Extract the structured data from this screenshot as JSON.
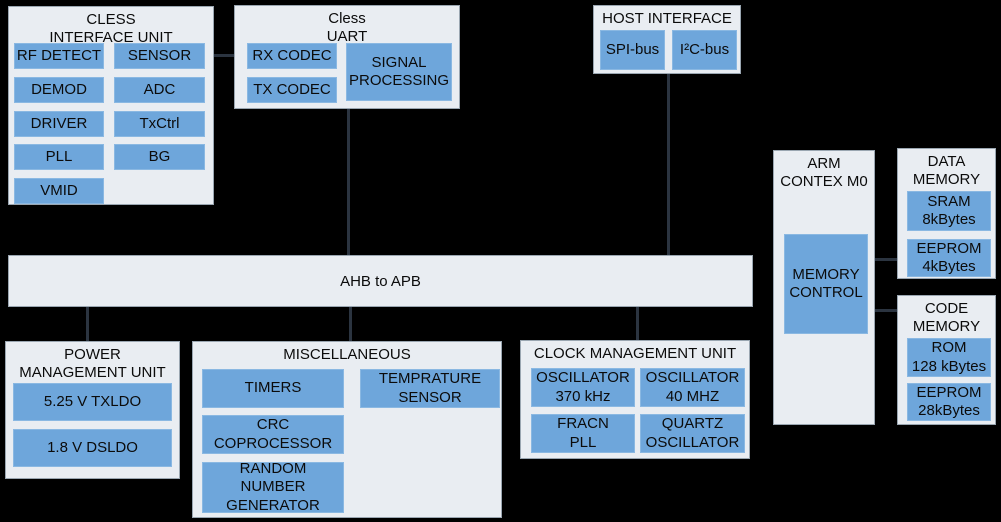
{
  "colors": {
    "background": "#000000",
    "group_fill": "#E9EDF2",
    "group_border": "#9AA6B1",
    "block_fill": "#6EA6DB",
    "connector": "#2B3440",
    "text": "#0B0B0B"
  },
  "cless_interface_unit": {
    "title": "CLESS\nINTERFACE UNIT",
    "blocks": [
      "RF DETECT",
      "SENSOR",
      "DEMOD",
      "ADC",
      "DRIVER",
      "TxCtrl",
      "PLL",
      "BG",
      "VMID"
    ]
  },
  "cless_uart": {
    "title": "Cless\nUART",
    "blocks": [
      "RX CODEC",
      "TX CODEC",
      "SIGNAL\nPROCESSING"
    ]
  },
  "host_interface": {
    "title": "HOST INTERFACE",
    "blocks": [
      "SPI-bus",
      "I²C-bus"
    ]
  },
  "bus": {
    "label": "AHB to APB"
  },
  "arm": {
    "title": "ARM\nCONTEX M0",
    "blocks": [
      "MEMORY\nCONTROL"
    ]
  },
  "data_memory": {
    "title": "DATA\nMEMORY",
    "blocks": [
      "SRAM\n8kBytes",
      "EEPROM\n4kBytes"
    ]
  },
  "code_memory": {
    "title": "CODE\nMEMORY",
    "blocks": [
      "ROM\n128 kBytes",
      "EEPROM\n28kBytes"
    ]
  },
  "power_management_unit": {
    "title": "POWER\nMANAGEMENT UNIT",
    "blocks": [
      "5.25 V TXLDO",
      "1.8 V DSLDO"
    ]
  },
  "miscellaneous": {
    "title": "MISCELLANEOUS",
    "blocks": [
      "TIMERS",
      "TEMPRATURE\nSENSOR",
      "CRC\nCOPROCESSOR",
      "RANDOM\nNUMBER\nGENERATOR"
    ]
  },
  "clock_management_unit": {
    "title": "CLOCK MANAGEMENT UNIT",
    "blocks": [
      "OSCILLATOR\n370 kHz",
      "OSCILLATOR\n40 MHZ",
      "FRACN\nPLL",
      "QUARTZ\nOSCILLATOR"
    ]
  }
}
